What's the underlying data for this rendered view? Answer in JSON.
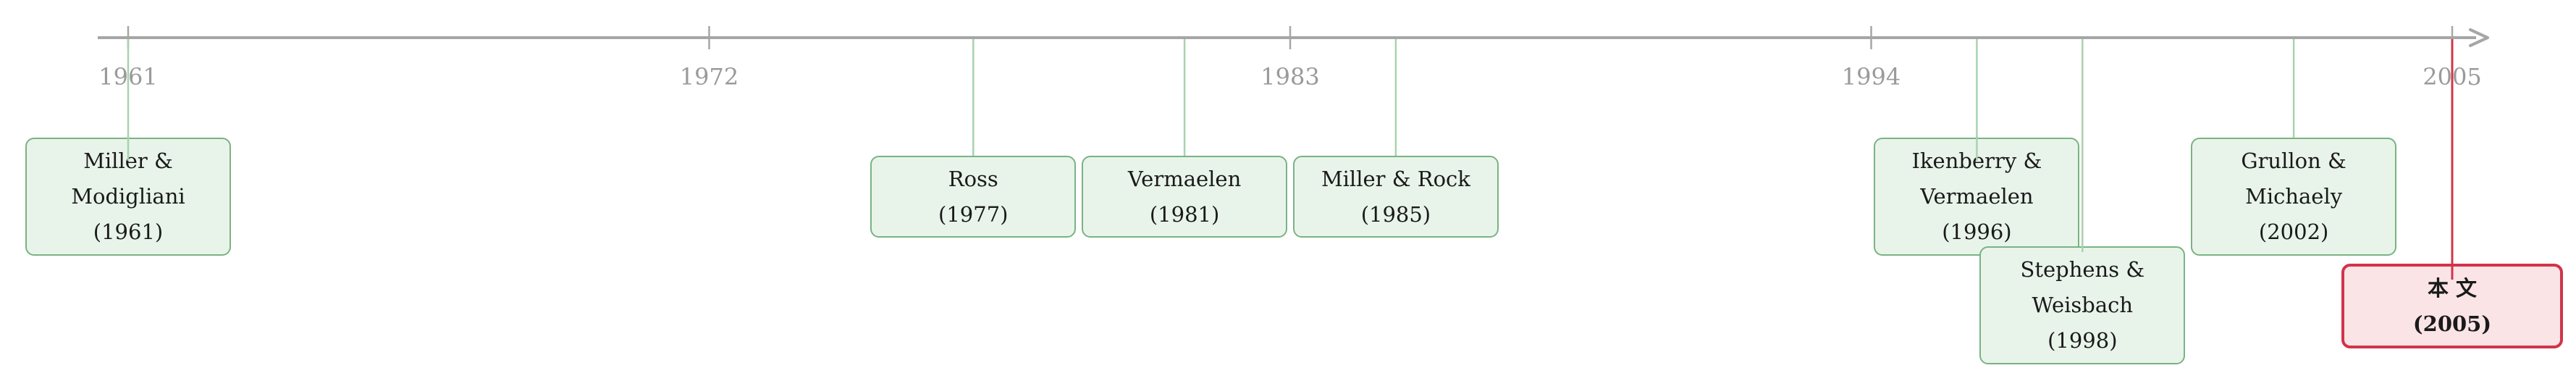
{
  "timeline": {
    "axis_start": 1961,
    "axis_end": 2005,
    "ticks": [
      "1961",
      "1972",
      "1983",
      "1994",
      "2005"
    ],
    "colors": {
      "axis": "#a6a6a6",
      "connector": "#a9d2ae",
      "box_fill": "#e8f4ea",
      "box_border": "#79b383",
      "highlight_fill": "#fbe4e6",
      "highlight_border": "#d1344a",
      "highlight_line": "#d1344a"
    },
    "events": [
      {
        "year": 1961,
        "lines": [
          "Miller &",
          "Modigliani",
          "(1961)"
        ],
        "highlight": false
      },
      {
        "year": 1977,
        "lines": [
          "Ross",
          "(1977)"
        ],
        "highlight": false
      },
      {
        "year": 1981,
        "lines": [
          "Vermaelen",
          "(1981)"
        ],
        "highlight": false
      },
      {
        "year": 1985,
        "lines": [
          "Miller & Rock",
          "(1985)"
        ],
        "highlight": false
      },
      {
        "year": 1996,
        "lines": [
          "Ikenberry &",
          "Vermaelen",
          "(1996)"
        ],
        "highlight": false
      },
      {
        "year": 1998,
        "lines": [
          "Stephens &",
          "Weisbach",
          "(1998)"
        ],
        "highlight": false
      },
      {
        "year": 2002,
        "lines": [
          "Grullon &",
          "Michaely",
          "(2002)"
        ],
        "highlight": false
      },
      {
        "year": 2005,
        "lines": [
          "本 文",
          "(2005)"
        ],
        "highlight": true
      }
    ]
  }
}
